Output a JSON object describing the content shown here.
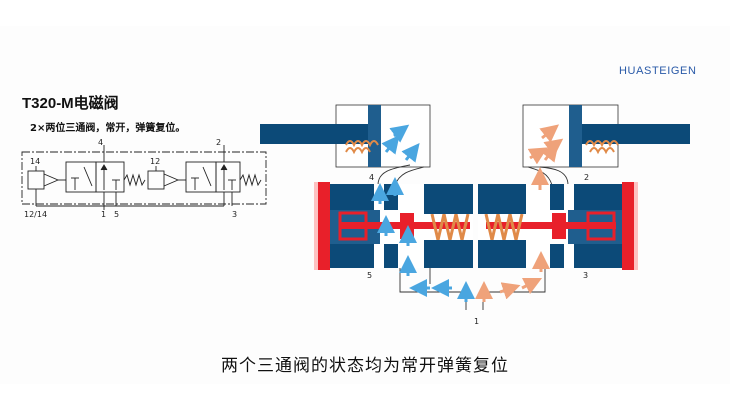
{
  "title": "T320-M电磁阀",
  "subtitle": "2×两位三通阀，常开，弹簧复位。",
  "brand": "HUASTEIGEN",
  "caption": "两个三通阀的状态均为常开弹簧复位",
  "symbol_labels": {
    "port_4": "4",
    "port_2": "2",
    "pilot_14": "14",
    "pilot_12": "12",
    "bottom_1214": "12/14",
    "bottom_1": "1",
    "bottom_5": "5",
    "bottom_3": "3"
  },
  "cross_section_labels": {
    "port_4": "4",
    "port_2": "2",
    "port_5": "5",
    "port_3": "3",
    "port_1": "1"
  },
  "colors": {
    "body_blue": "#0c4a78",
    "piston_blue": "#1f5e8e",
    "spool_red": "#e8202a",
    "spring_orange": "#e08a48",
    "arrow_blue": "#4aa6e0",
    "arrow_orange": "#efa27a",
    "brand_blue": "#2a5aa8"
  }
}
